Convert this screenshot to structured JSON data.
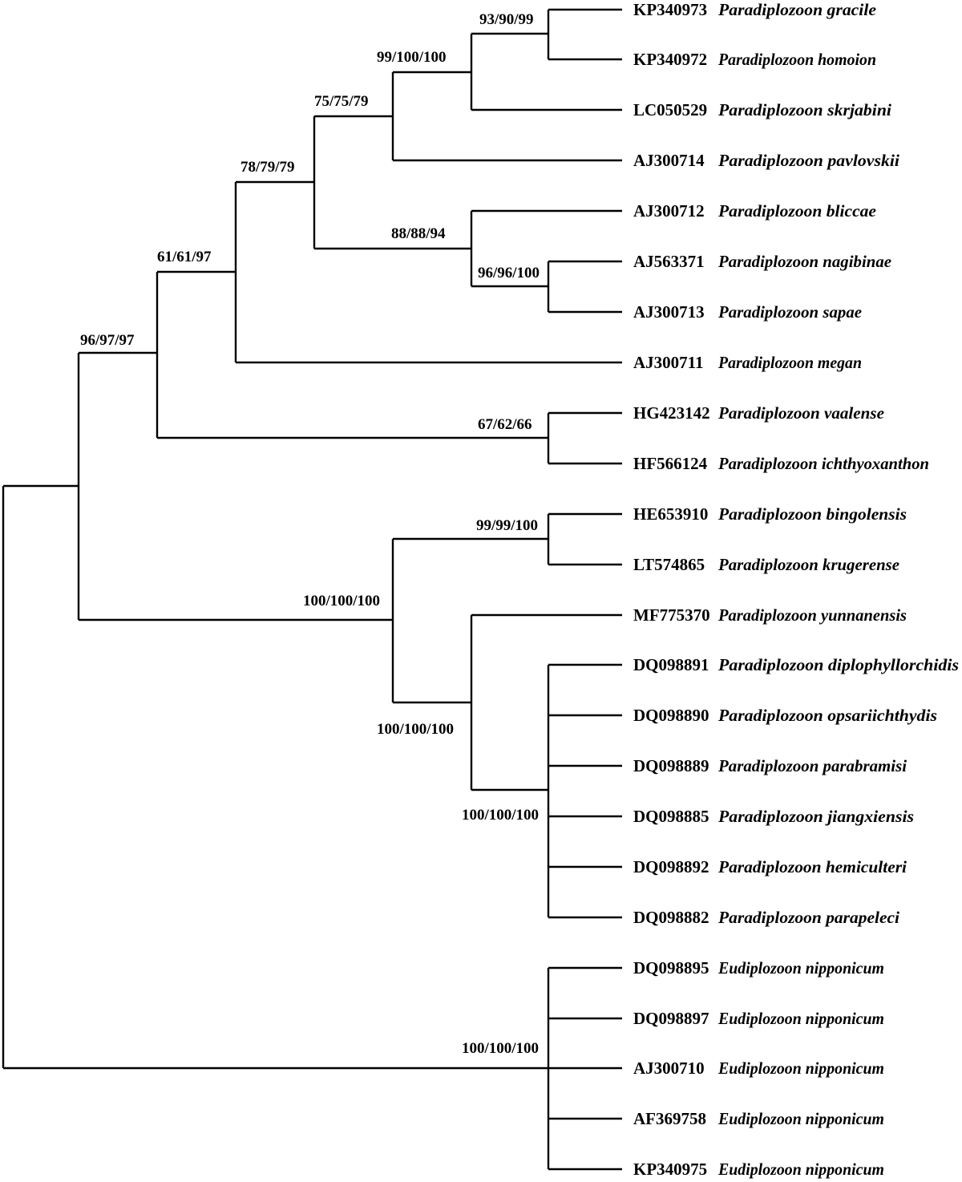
{
  "taxa": [
    {
      "accession": "KP340973",
      "species": "Paradiplozoon gracile"
    },
    {
      "accession": "KP340972",
      "species": "Paradiplozoon homoion"
    },
    {
      "accession": "LC050529",
      "species": "Paradiplozoon skrjabini"
    },
    {
      "accession": "AJ300714",
      "species": "Paradiplozoon pavlovskii"
    },
    {
      "accession": "AJ300712",
      "species": "Paradiplozoon bliccae"
    },
    {
      "accession": "AJ563371",
      "species": "Paradiplozoon nagibinae"
    },
    {
      "accession": "AJ300713",
      "species": "Paradiplozoon sapae"
    },
    {
      "accession": "AJ300711",
      "species": "Paradiplozoon megan"
    },
    {
      "accession": "HG423142",
      "species": "Paradiplozoon vaalense"
    },
    {
      "accession": "HF566124",
      "species": "Paradiplozoon ichthyoxanthon"
    },
    {
      "accession": "HE653910",
      "species": "Paradiplozoon bingolensis"
    },
    {
      "accession": "LT574865",
      "species": "Paradiplozoon krugerense"
    },
    {
      "accession": "MF775370",
      "species": "Paradiplozoon yunnanensis"
    },
    {
      "accession": "DQ098891",
      "species": "Paradiplozoon diplophyllorchidis"
    },
    {
      "accession": "DQ098890",
      "species": "Paradiplozoon opsariichthydis"
    },
    {
      "accession": "DQ098889",
      "species": "Paradiplozoon parabramisi"
    },
    {
      "accession": "DQ098885",
      "species": "Paradiplozoon jiangxiensis"
    },
    {
      "accession": "DQ098892",
      "species": "Paradiplozoon hemiculteri"
    },
    {
      "accession": "DQ098882",
      "species": "Paradiplozoon parapeleci"
    },
    {
      "accession": "DQ098895",
      "species": "Eudiplozoon nipponicum"
    },
    {
      "accession": "DQ098897",
      "species": "Eudiplozoon nipponicum"
    },
    {
      "accession": "AJ300710",
      "species": "Eudiplozoon nipponicum"
    },
    {
      "accession": "AF369758",
      "species": "Eudiplozoon nipponicum"
    },
    {
      "accession": "KP340975",
      "species": "Eudiplozoon nipponicum"
    }
  ],
  "support_values": {
    "gracile_homoion": "93/90/99",
    "gracile_skrjabini": "99/100/100",
    "gracile_pavlovskii": "75/75/79",
    "gracile_sapae": "78/79/79",
    "gracile_megan": "61/61/97",
    "bliccae_sapae": "88/88/94",
    "nagibinae_sapae": "96/96/100",
    "vaalense_ichthyoxanthon": "67/62/66",
    "paradiplozoon_all": "96/97/97",
    "bingolensis_krugerense": "99/99/100",
    "african_asian_clade": "100/100/100",
    "yunnanensis_clade": "100/100/100",
    "dq_clade": "100/100/100",
    "eudiplozoon_clade": "100/100/100"
  }
}
